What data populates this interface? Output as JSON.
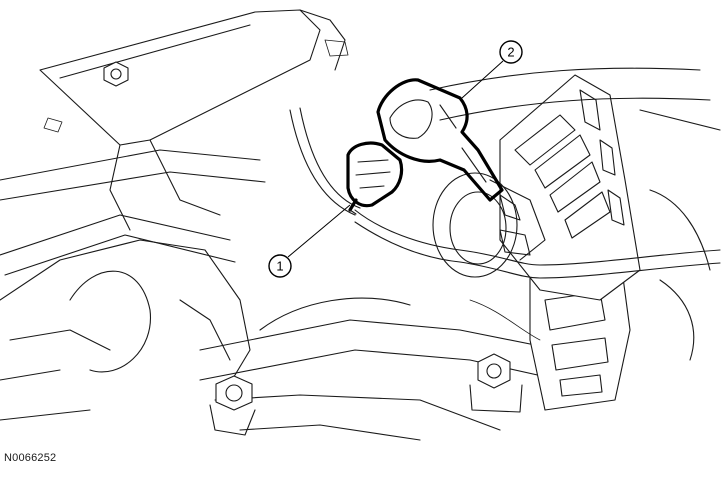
{
  "callouts": [
    {
      "number": "1"
    },
    {
      "number": "2"
    }
  ],
  "figure_id": "N0066252"
}
